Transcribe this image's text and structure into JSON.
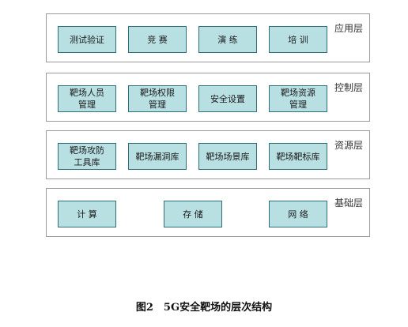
{
  "layers": [
    {
      "label": "应用层",
      "boxes": [
        "测试验证",
        "竞 赛",
        "演 练",
        "培 训"
      ]
    },
    {
      "label": "控制层",
      "boxes": [
        "靶场人员\n管理",
        "靶场权限\n管理",
        "安全设置",
        "靶场资源\n管理"
      ]
    },
    {
      "label": "资源层",
      "boxes": [
        "靶场攻防\n工具库",
        "靶场漏洞库",
        "靶场场景库",
        "靶场靶标库"
      ]
    },
    {
      "label": "基础层",
      "boxes": [
        "计 算",
        "存 储",
        "网 络"
      ]
    }
  ],
  "caption": "图2　5G安全靶场的层次结构"
}
